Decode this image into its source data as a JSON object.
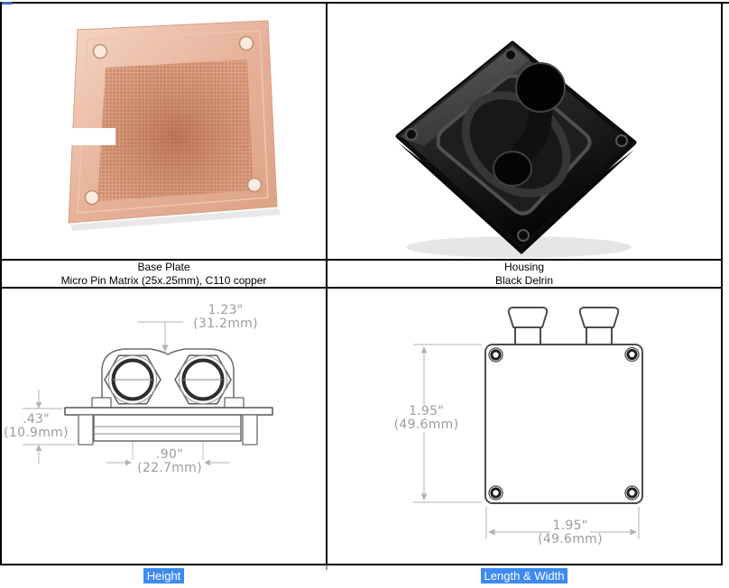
{
  "captions": {
    "left_title": "Base Plate",
    "left_subtitle": "Micro Pin Matrix (25x.25mm), C110 copper",
    "right_title": "Housing",
    "right_subtitle": "Black Delrin"
  },
  "footer": {
    "left_label": "Height",
    "right_label": "Length & Width"
  },
  "left_drawing": {
    "dim_port_span": {
      "in": "1.23\"",
      "mm": "(31.2mm)"
    },
    "dim_height": {
      "in": ".43\"",
      "mm": "(10.9mm)"
    },
    "dim_port_spacing": {
      "in": ".90\"",
      "mm": "(22.7mm)"
    }
  },
  "right_drawing": {
    "dim_length": {
      "in": "1.95\"",
      "mm": "(49.6mm)"
    },
    "dim_width": {
      "in": "1.95\"",
      "mm": "(49.6mm)"
    }
  },
  "colors": {
    "selection_highlight": "#3d8af2",
    "selection_text": "#ffffff",
    "border": "#000000",
    "dim_line": "#b3b3b3",
    "dim_text": "#9c9c9c",
    "part_line": "#6a6a6a",
    "copper": "#e0a88c",
    "housing_black": "#181818"
  }
}
